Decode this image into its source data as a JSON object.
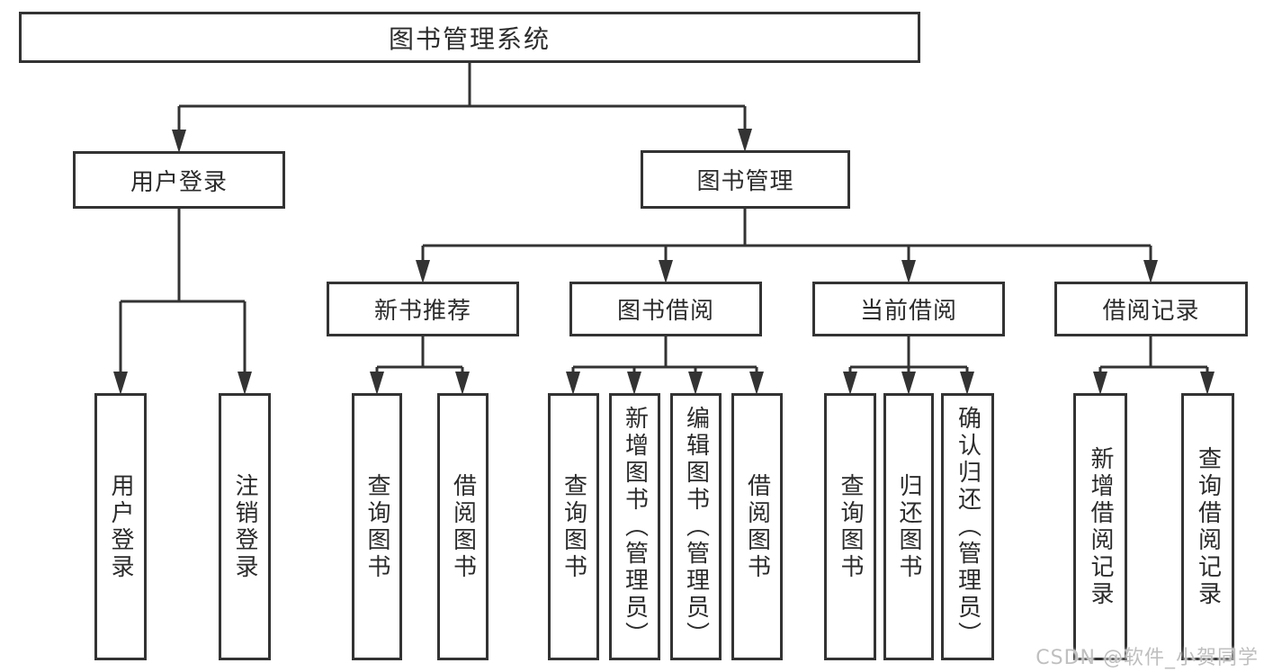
{
  "tree": {
    "root": "图书管理系统",
    "children": [
      {
        "label": "用户登录",
        "children": [
          "用户登录",
          "注销登录"
        ]
      },
      {
        "label": "图书管理",
        "children": [
          {
            "label": "新书推荐",
            "children": [
              "查询图书",
              "借阅图书"
            ]
          },
          {
            "label": "图书借阅",
            "children": [
              "查询图书",
              "新增图书（管理员）",
              "编辑图书（管理员）",
              "借阅图书"
            ]
          },
          {
            "label": "当前借阅",
            "children": [
              "查询图书",
              "归还图书",
              "确认归还（管理员）"
            ]
          },
          {
            "label": "借阅记录",
            "children": [
              "新增借阅记录",
              "查询借阅记录"
            ]
          }
        ]
      }
    ]
  },
  "watermark": "CSDN @软件_小贺同学",
  "colors": {
    "line": "#333333",
    "text": "#2b2b2b",
    "watermark": "#bfbfbf",
    "background": "#ffffff"
  }
}
